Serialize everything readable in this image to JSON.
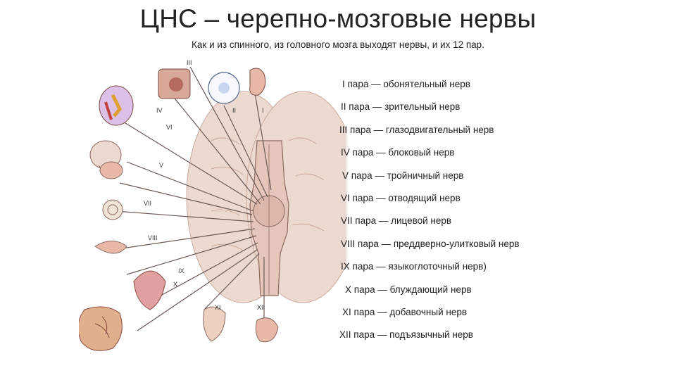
{
  "slide": {
    "title": "ЦНС – черепно-мозговые нервы",
    "subtitle": "Как и из спинного, из головного мозга выходят нервы, и их 12 пар."
  },
  "nerves": [
    "I пара — обонятельный нерв",
    "II пара — зрительный нерв",
    "III пара — глазодвигательный нерв",
    "IV пара — блоковый нерв",
    "V пара — тройничный нерв",
    "VI пара — отводящий нерв",
    "VII пара — лицевой нерв",
    "VIII пара — преддверно-улитковый нерв",
    "IX пара — языкоглоточный нерв)",
    "X пара — блуждающий нерв",
    "XI пара — добавочный нерв",
    "XII пара — подъязычный нерв"
  ],
  "figure_labels": [
    "III",
    "IV",
    "II",
    "I",
    "VI",
    "V",
    "VII",
    "VIII",
    "IX",
    "X",
    "XI",
    "XII"
  ],
  "colors": {
    "brain": "#e9d4c8",
    "brainstem": "#e2c2b6",
    "nerve_fill": "#f4f0ea",
    "nerve_stroke": "#6a5a55",
    "organ": "#d8a898",
    "organ_dark": "#b46a5c"
  }
}
